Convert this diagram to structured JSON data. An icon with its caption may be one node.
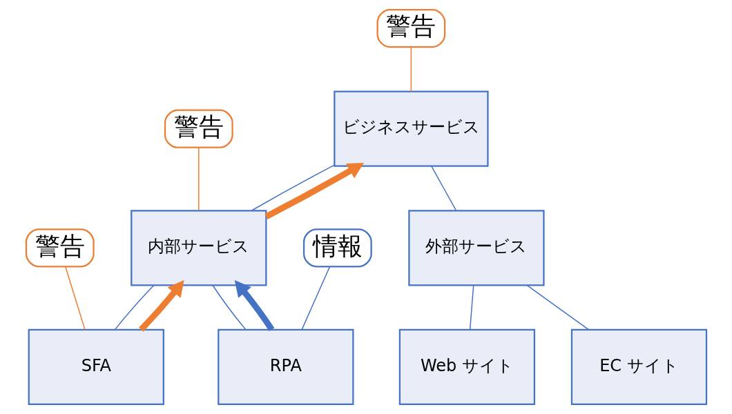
{
  "diagram": {
    "nodes": [
      {
        "text": [
          "ビジネスサービス"
        ]
      },
      {
        "text": [
          "内部サービス"
        ]
      },
      {
        "text": [
          "外部サービス"
        ]
      },
      {
        "text": [
          "SFA"
        ]
      },
      {
        "text": [
          "RPA"
        ]
      },
      {
        "text": [
          "Web サイト"
        ]
      },
      {
        "text": [
          "EC サイト"
        ]
      },
      {
        "text": [
          "警告"
        ]
      },
      {
        "text": [
          "警告"
        ]
      },
      {
        "text": [
          "警告"
        ]
      },
      {
        "text": [
          "情報"
        ]
      }
    ],
    "edges": [
      {
        "from": 0,
        "to": 1,
        "arrow": "none"
      },
      {
        "from": 0,
        "to": 2,
        "arrow": "none"
      },
      {
        "from": 1,
        "to": 3,
        "arrow": "none"
      },
      {
        "from": 1,
        "to": 4,
        "arrow": "none"
      },
      {
        "from": 2,
        "to": 5,
        "arrow": "none"
      },
      {
        "from": 2,
        "to": 6,
        "arrow": "none"
      },
      {
        "from": 1,
        "to": 0,
        "arrow": "to",
        "style": "thick",
        "color": "#ed7d31"
      },
      {
        "from": 3,
        "to": 1,
        "arrow": "to",
        "style": "thick",
        "color": "#ed7d31"
      },
      {
        "from": 4,
        "to": 1,
        "arrow": "to",
        "style": "thick"
      },
      {
        "from": 7,
        "to": 0,
        "arrow": "none",
        "color": "#ed7d31"
      },
      {
        "from": 8,
        "to": 1,
        "arrow": "none",
        "color": "#ed7d31"
      },
      {
        "from": 9,
        "to": 3,
        "arrow": "none",
        "color": "#ed7d31"
      },
      {
        "from": 10,
        "to": 4,
        "arrow": "none"
      }
    ]
  }
}
